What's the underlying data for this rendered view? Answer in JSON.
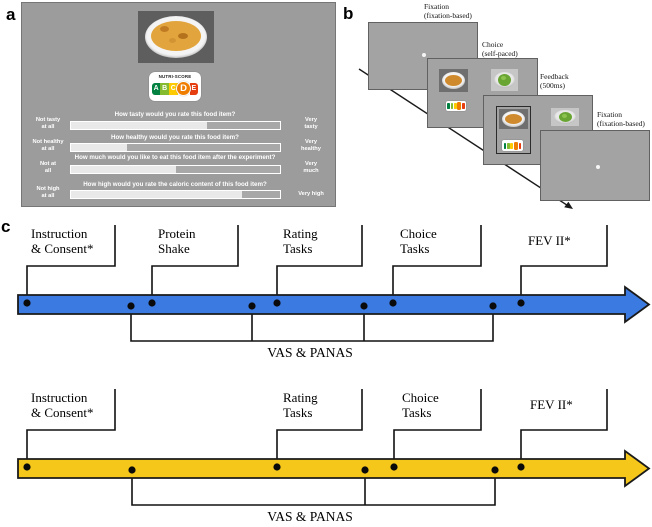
{
  "panels": {
    "a_label": "a",
    "b_label": "b",
    "c_label": "c"
  },
  "panel_a": {
    "nutri_score": {
      "title": "NUTRI-SCORE",
      "grades": [
        "A",
        "B",
        "C",
        "D",
        "E"
      ],
      "selected_grade": "D",
      "grade_colors": {
        "A": "#038141",
        "B": "#85BB2F",
        "C": "#FECB02",
        "D": "#EF7D00",
        "E": "#E63E11"
      }
    },
    "ratings": [
      {
        "question": "How tasty would you rate this food item?",
        "left_anchor": "Not tasty\nat all",
        "right_anchor": "Very\ntasty",
        "value_pct": 65
      },
      {
        "question": "How healthy would you rate this food item?",
        "left_anchor": "Not healthy\nat all",
        "right_anchor": "Very\nhealthy",
        "value_pct": 27
      },
      {
        "question": "How much would you like to eat this food item after the experiment?",
        "left_anchor": "Not at\nall",
        "right_anchor": "Very\nmuch",
        "value_pct": 50
      },
      {
        "question": "How high would you rate the caloric content of this food item?",
        "left_anchor": "Not high\nat all",
        "right_anchor": "Very high",
        "value_pct": 82
      }
    ]
  },
  "panel_b": {
    "screens": [
      {
        "label": "Fixation\n(fixation-based)"
      },
      {
        "label": "Choice\n(self-paced)"
      },
      {
        "label": "Feedback\n(500ms)"
      },
      {
        "label": "Fixation\n(fixation-based)"
      }
    ]
  },
  "panel_c": {
    "timeline_1": {
      "color": "#3B7AE0",
      "events": [
        "Instruction\n& Consent*",
        "Protein\nShake",
        "Rating\nTasks",
        "Choice\nTasks",
        "FEV II*"
      ],
      "bottom_label": "VAS & PANAS"
    },
    "timeline_2": {
      "color": "#F5C71B",
      "events": [
        "Instruction\n& Consent*",
        "Rating\nTasks",
        "Choice\nTasks",
        "FEV II*"
      ],
      "bottom_label": "VAS & PANAS"
    }
  }
}
